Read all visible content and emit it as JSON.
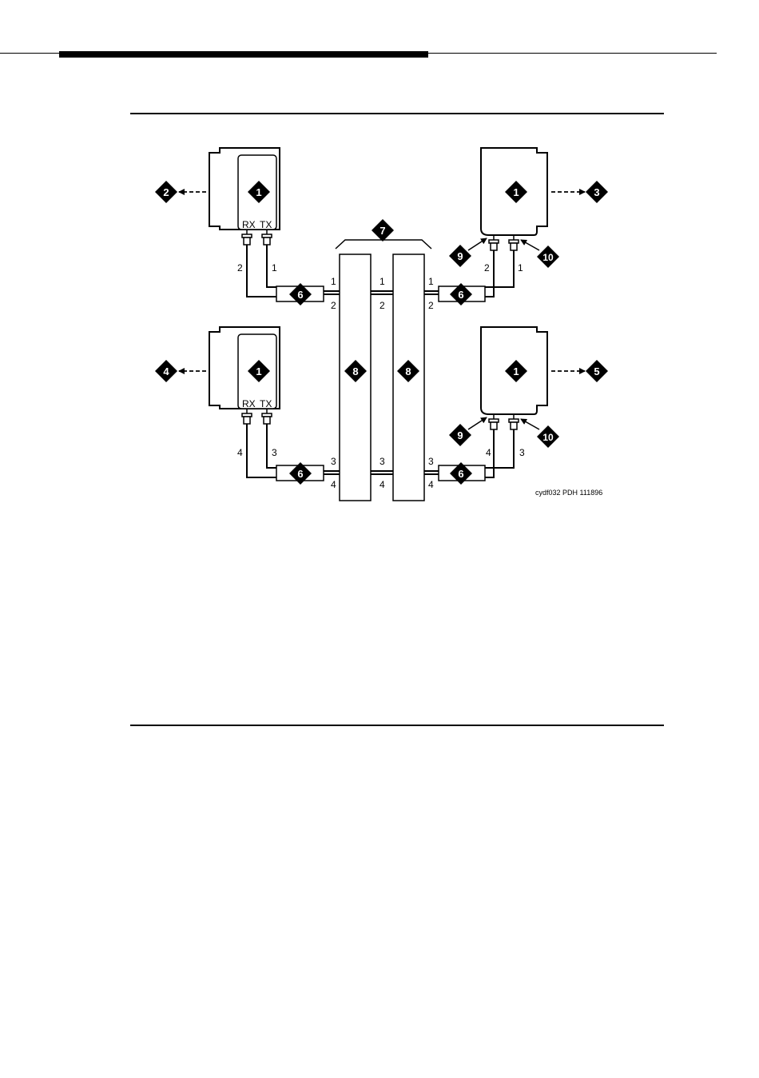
{
  "figure": {
    "credit": "cydf032 PDH 111896",
    "unit_label": {
      "rx": "RX",
      "tx": "TX"
    },
    "callouts": {
      "unit": "1",
      "remote_top": "2",
      "remote_top_right": "3",
      "remote_bottom": "4",
      "remote_bottom_right": "5",
      "coupler": "6",
      "panel_group": "7",
      "panel": "8",
      "receive_port": "9",
      "transmit_port": "10"
    },
    "fiber_numbers": {
      "top": [
        "1",
        "2"
      ],
      "bottom": [
        "3",
        "4"
      ]
    }
  }
}
